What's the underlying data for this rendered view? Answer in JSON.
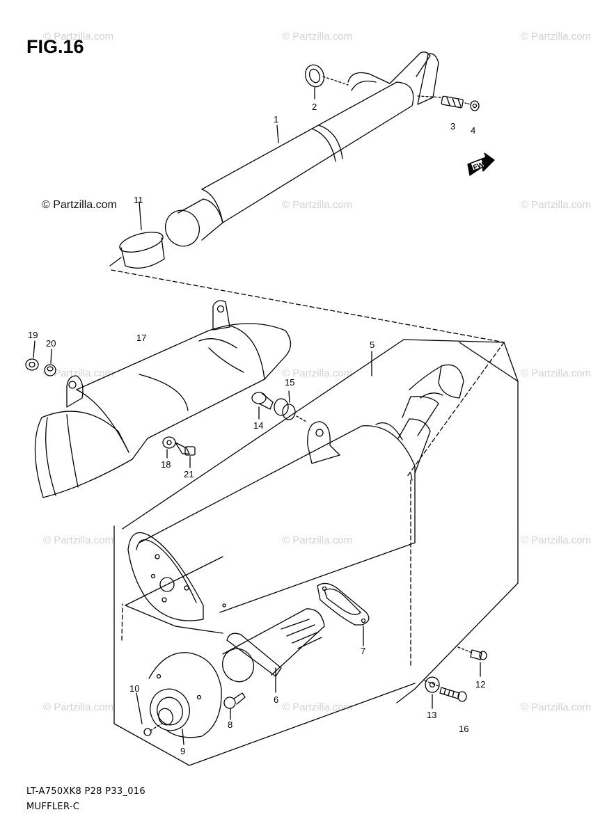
{
  "figure": {
    "title": "FIG.16",
    "code": "LT-A750XK8 P28 P33_016",
    "name": "MUFFLER-C"
  },
  "watermark": {
    "text": "© Partzilla.com"
  },
  "direction_marker": {
    "label": "FWD"
  },
  "callouts": [
    "1",
    "2",
    "3",
    "4",
    "5",
    "6",
    "7",
    "8",
    "9",
    "10",
    "11",
    "12",
    "13",
    "14",
    "15",
    "16",
    "17",
    "18",
    "19",
    "20",
    "21"
  ],
  "colors": {
    "line": "#000000",
    "watermark": "#d3d3d3",
    "background": "#ffffff"
  }
}
